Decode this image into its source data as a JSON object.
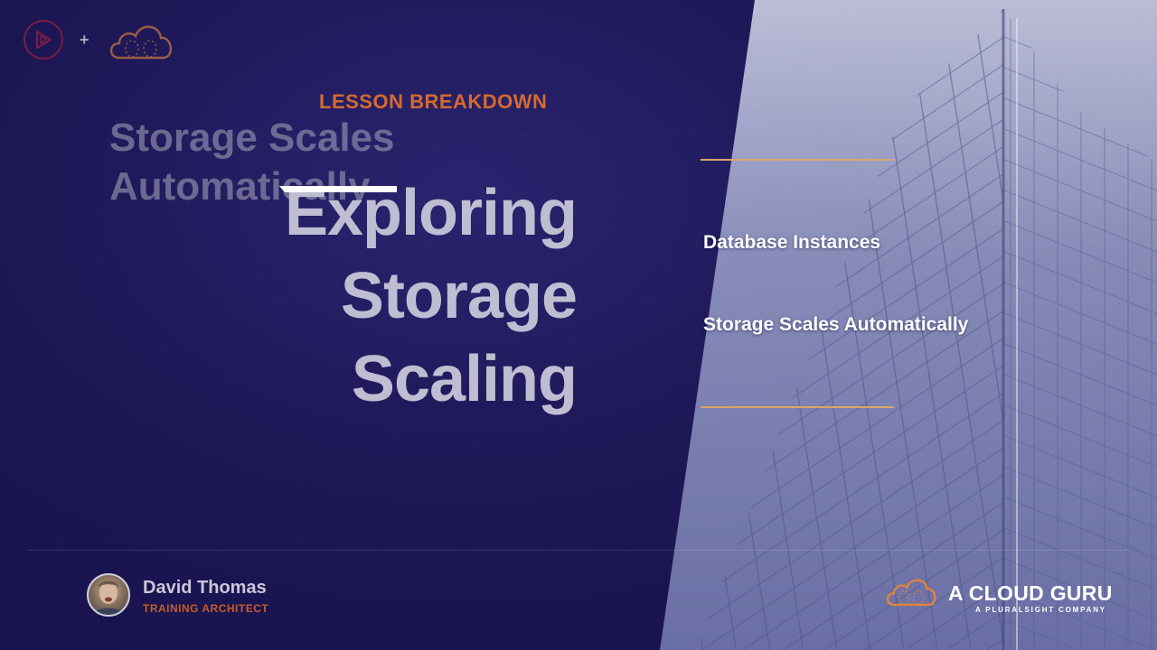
{
  "slide": {
    "ghost_title": "Storage Scales Automatically",
    "section_label": "LESSON BREAKDOWN",
    "title_lines": [
      "Exploring",
      "Storage",
      "Scaling"
    ],
    "topics": [
      "Database Instances",
      "Storage Scales Automatically"
    ]
  },
  "presenter": {
    "name": "David Thomas",
    "role": "TRAINING ARCHITECT"
  },
  "brand": {
    "name": "A CLOUD GURU",
    "tagline": "A PLURALSIGHT COMPANY",
    "plus": "+"
  },
  "colors": {
    "background": "#1c1650",
    "accent_orange": "#d66a2e",
    "rule": "#d8a66a",
    "pluralsight_red": "#c7243d"
  },
  "icons": [
    "pluralsight-play-icon",
    "cloud-guru-logo-icon"
  ]
}
